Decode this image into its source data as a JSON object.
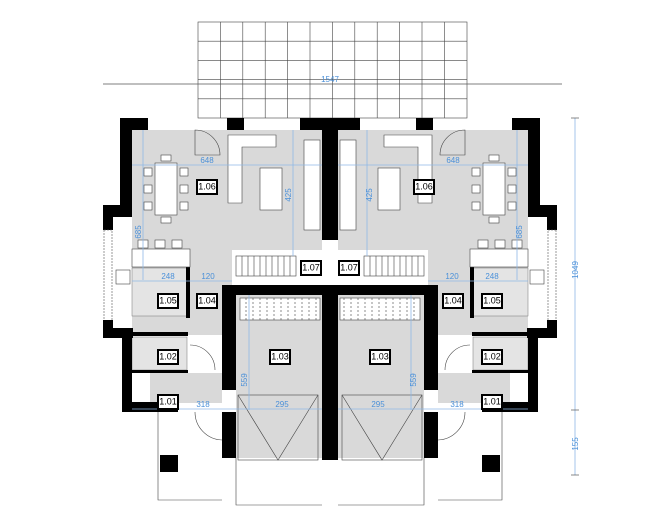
{
  "plan": {
    "overall_width": "1547",
    "overall_depth": "1049",
    "porch_depth": "155",
    "colors": {
      "walls": "#000000",
      "floor": "#d9d9d9",
      "dimensions": "#4a90d9"
    },
    "left_unit": {
      "rooms": [
        "1.06",
        "1.07",
        "1.04",
        "1.05",
        "1.03",
        "1.02",
        "1.01"
      ],
      "dims": {
        "living_width": "648",
        "living_depth": "425",
        "dining_depth": "685",
        "kitchen_width": "248",
        "hall_width": "120",
        "garage_depth": "559",
        "entry_width": "318",
        "garage_width": "295"
      }
    },
    "right_unit": {
      "rooms": [
        "1.06",
        "1.07",
        "1.04",
        "1.05",
        "1.03",
        "1.02",
        "1.01"
      ],
      "dims": {
        "living_width": "648",
        "living_depth": "425",
        "dining_depth": "685",
        "kitchen_width": "248",
        "hall_width": "120",
        "garage_depth": "559",
        "entry_width": "318",
        "garage_width": "295"
      }
    }
  }
}
